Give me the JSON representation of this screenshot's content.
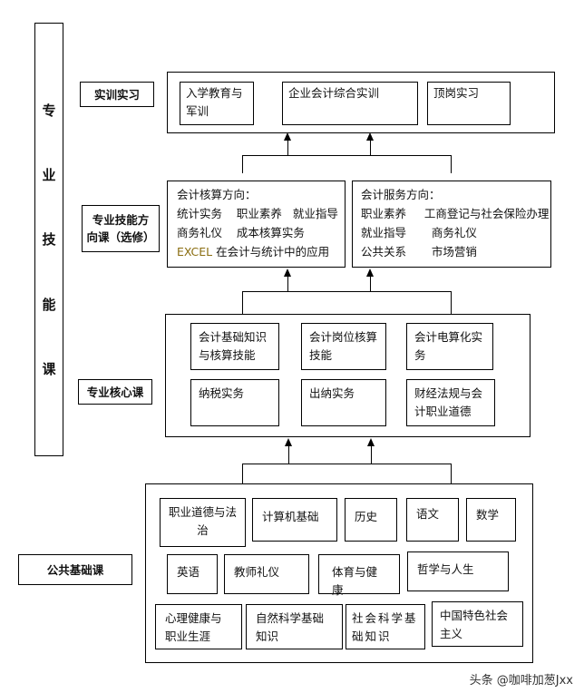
{
  "vertical_title": [
    "专",
    "业",
    "技",
    "能",
    "课"
  ],
  "labels": {
    "practice": "实训实习",
    "skill_direction": "专业技能方\n向课（选修）",
    "core": "专业核心课",
    "public": "公共基础课"
  },
  "practice_items": [
    "入学教育与\n军训",
    "企业会计综合实训",
    "顶岗实习"
  ],
  "accounting_direction": {
    "title": "会计核算方向：",
    "line1": "统计实务    职业素养   就业指导",
    "line2": "商务礼仪    成本核算实务",
    "line3_prefix": "EXCEL",
    "line3_rest": " 在会计与统计中的应用"
  },
  "service_direction": {
    "title": "会计服务方向：",
    "line1": "职业素养     工商登记与社会保险办理",
    "line2": "就业指导       商务礼仪",
    "line3": "公共关系       市场营销"
  },
  "core_items": [
    "会计基础知识\n与核算技能",
    "会计岗位核算\n技能",
    "会计电算化实\n务",
    "纳税实务",
    "出纳实务",
    "财经法规与会\n计职业道德"
  ],
  "public_items": [
    "职业道德与法\n治",
    "计算机基础",
    "历史",
    "语文",
    "数学",
    "英语",
    "教师礼仪",
    "体育与健康",
    "哲学与人生",
    "心理健康与\n职业生涯",
    "自然科学基础\n知识",
    "社会科学基\n础知识",
    "中国特色社会\n主义"
  ],
  "watermark": "头条 @咖啡加葱Jxx"
}
